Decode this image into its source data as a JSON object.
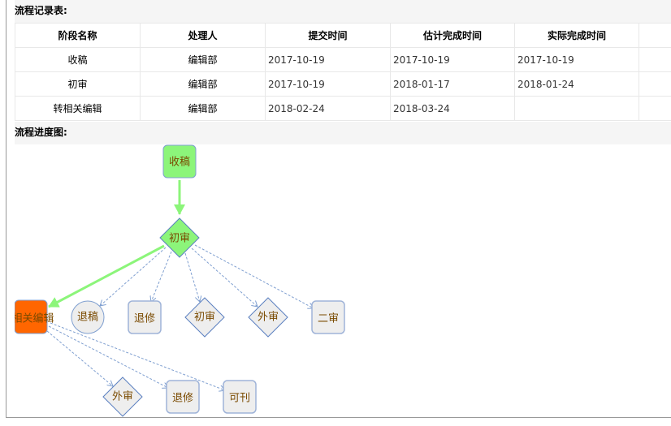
{
  "record_title": "流程记录表:",
  "table": {
    "headers": [
      "阶段名称",
      "处理人",
      "提交时间",
      "估计完成时间",
      "实际完成时间",
      ""
    ],
    "rows": [
      [
        "收稿",
        "编辑部",
        "2017-10-19",
        "2017-10-19",
        "2017-10-19",
        ""
      ],
      [
        "初审",
        "编辑部",
        "2017-10-19",
        "2018-01-17",
        "2018-01-24",
        ""
      ],
      [
        "转相关编辑",
        "编辑部",
        "2018-02-24",
        "2018-03-24",
        "",
        ""
      ]
    ]
  },
  "progress_title": "流程进度图:",
  "diagram": {
    "colors": {
      "done": "#8cf57a",
      "current": "#ff6600",
      "pending": "#eeeeee",
      "edge": "#7f9fd0",
      "done_edge": "#8cf57a"
    },
    "nodes": {
      "receive": "收稿",
      "initial": "初审",
      "transfer": "转相关编辑",
      "reject": "退稿",
      "revise1": "退修",
      "initial2": "初审",
      "external1": "外审",
      "second": "二审",
      "external2": "外审",
      "revise2": "退修",
      "publishable": "可刊"
    }
  }
}
